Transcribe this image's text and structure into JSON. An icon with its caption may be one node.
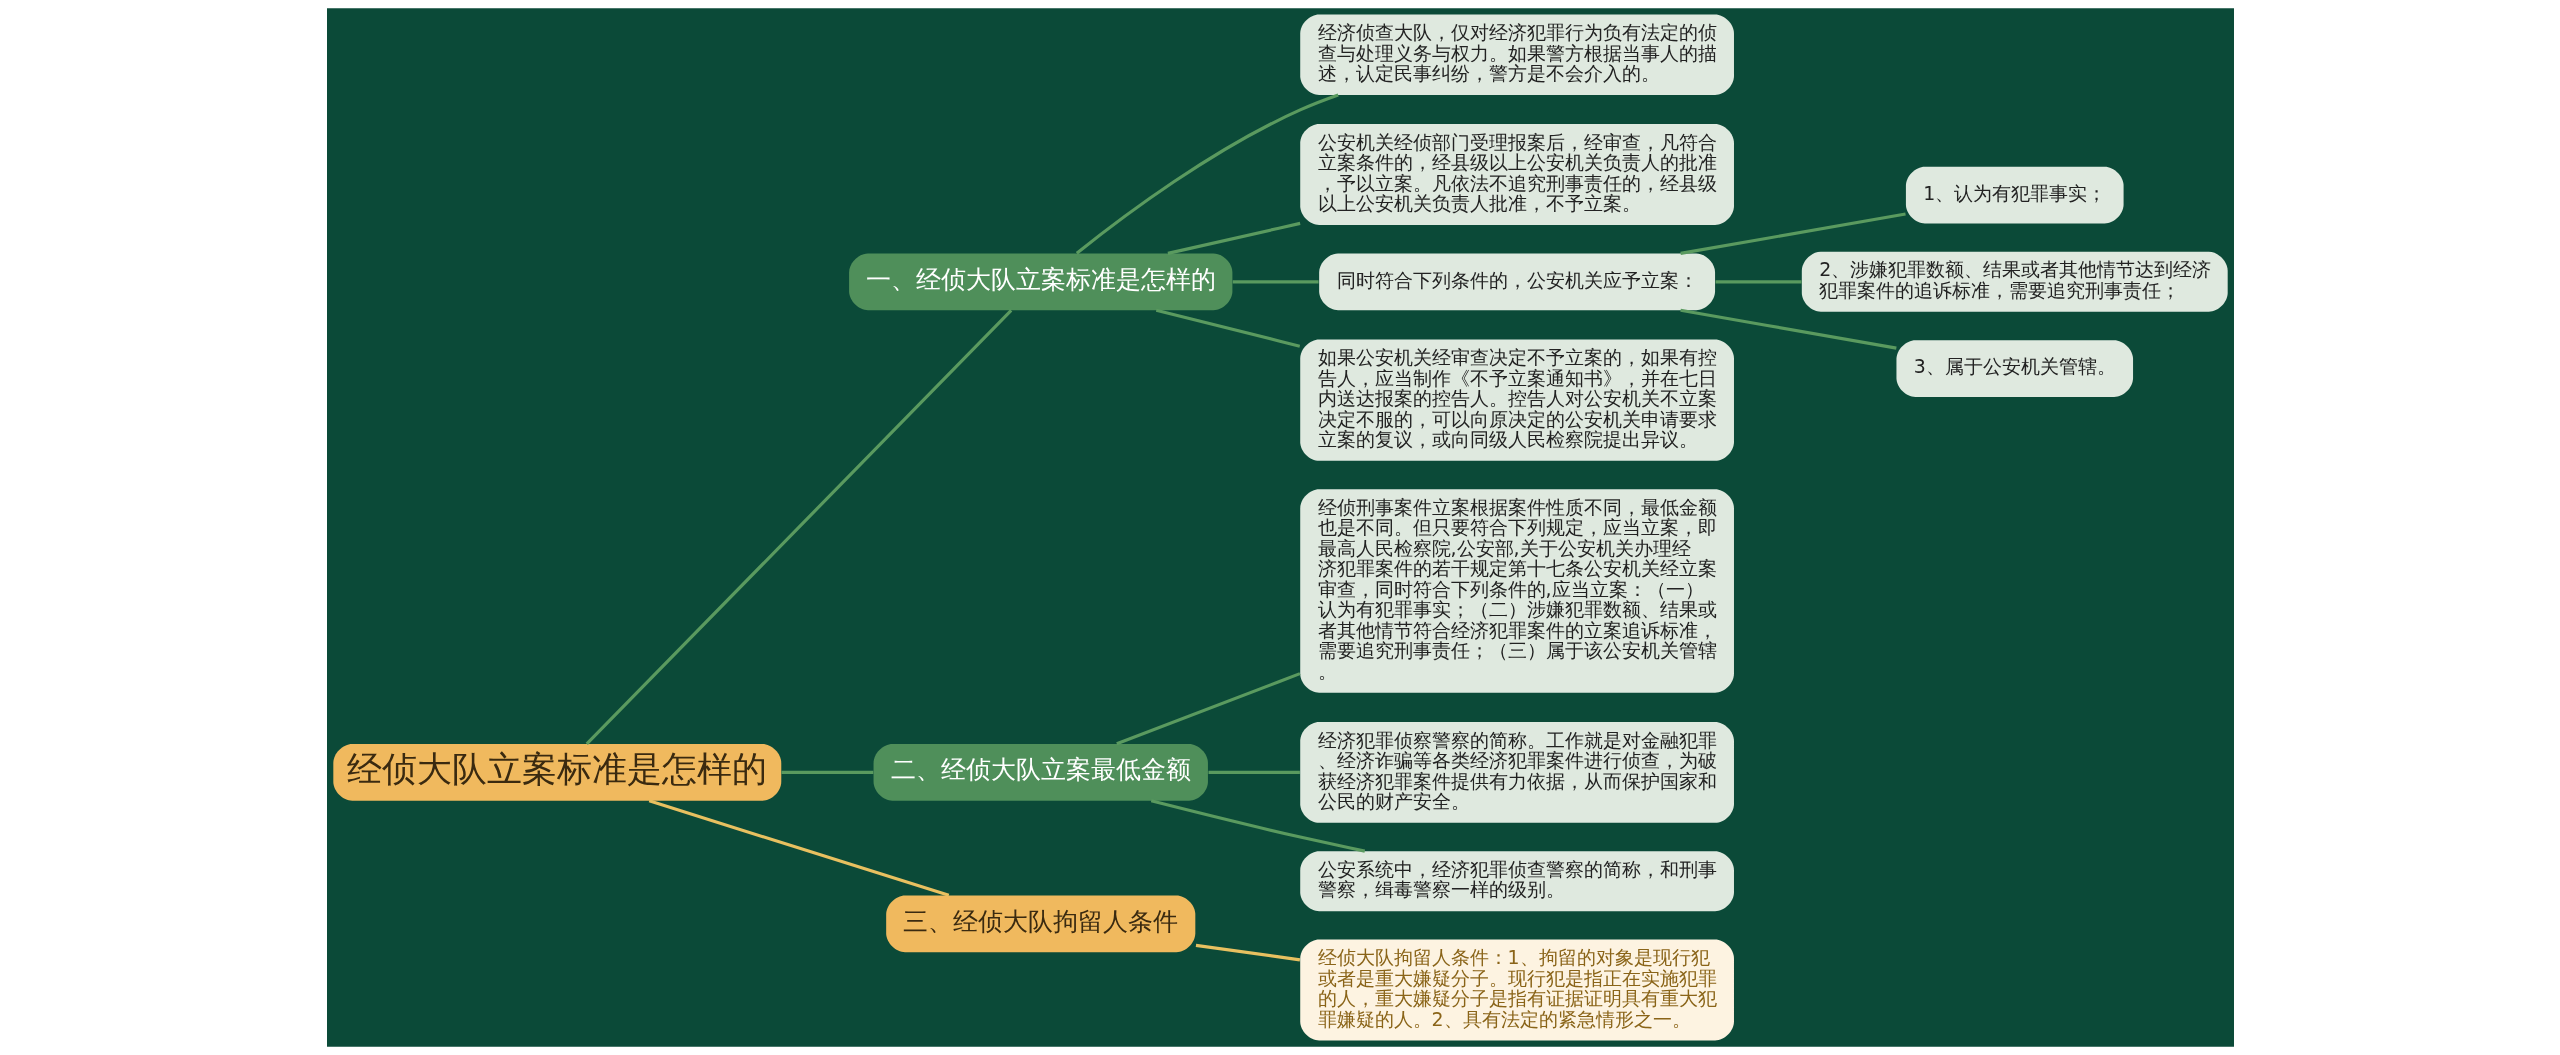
{
  "diagram": {
    "nodes": [
      {
        "text": [
          "经侦大队立案标准是怎样的"
        ]
      },
      {
        "text": [
          "一、经侦大队立案标准是怎样的"
        ]
      },
      {
        "text": [
          "经济侦查大队，仅对经济犯罪行为负有法定的侦查与处理义务与权力。如果警方根据当事人的描述，认定民事纠纷，警方是不会介入的。"
        ]
      },
      {
        "text": [
          "公安机关经侦部门受理报案后，经审查，凡符合立案条件的，经县级以上公安机关负责人的批准，予以立案。凡依法不追究刑事责任的，经县级以上公安机关负责人批准，不予立案。"
        ]
      },
      {
        "text": [
          "同时符合下列条件的，公安机关应予立案："
        ]
      },
      {
        "text": [
          "1、认为有犯罪事实；"
        ]
      },
      {
        "text": [
          "2、涉嫌犯罪数额、结果或者其他情节达到经济犯罪案件的追诉标准，需要追究刑事责任；"
        ]
      },
      {
        "text": [
          "3、属于公安机关管辖。"
        ]
      },
      {
        "text": [
          "如果公安机关经审查决定不予立案的，如果有控告人，应当制作《不予立案通知书》，并在七日内送达报案的控告人。控告人对公安机关不立案决定不服的，可以向原决定的公安机关申请要求立案的复议，或向同级人民检察院提出异议。"
        ]
      },
      {
        "text": [
          "二、经侦大队立案最低金额"
        ]
      },
      {
        "text": [
          "经侦刑事案件立案根据案件性质不同，最低金额也是不同。但只要符合下列规定，应当立案，即最高人民检察院,公安部,关于公安机关办理经济犯罪案件的若干规定第十七条公安机关经立案审查，同时符合下列条件的,应当立案：（一）认为有犯罪事实；（二）涉嫌犯罪数额、结果或者其他情节符合经济犯罪案件的立案追诉标准，需要追究刑事责任；（三）属于该公安机关管辖。"
        ]
      },
      {
        "text": [
          "经济犯罪侦察警察的简称。工作就是对金融犯罪、经济诈骗等各类经济犯罪案件进行侦查，为破获经济犯罪案件提供有力依据，从而保护国家和公民的财产安全。"
        ]
      },
      {
        "text": [
          "公安系统中，经济犯罪侦查警察的简称，和刑事警察，缉毒警察一样的级别。"
        ]
      },
      {
        "text": [
          "三、经侦大队拘留人条件"
        ]
      },
      {
        "text": [
          "经侦大队拘留人条件：1、拘留的对象是现行犯或者是重大嫌疑分子。现行犯是指正在实施犯罪的人，重大嫌疑分子是指有证据证明具有重大犯罪嫌疑的人。2、具有法定的紧急情形之一。"
        ]
      }
    ],
    "edges": [
      {
        "from": 0,
        "to": 1,
        "arrow": "none"
      },
      {
        "from": 1,
        "to": 2,
        "arrow": "none"
      },
      {
        "from": 1,
        "to": 3,
        "arrow": "none"
      },
      {
        "from": 1,
        "to": 4,
        "arrow": "none"
      },
      {
        "from": 4,
        "to": 5,
        "arrow": "none"
      },
      {
        "from": 4,
        "to": 6,
        "arrow": "none"
      },
      {
        "from": 4,
        "to": 7,
        "arrow": "none"
      },
      {
        "from": 1,
        "to": 8,
        "arrow": "none"
      },
      {
        "from": 0,
        "to": 9,
        "arrow": "none"
      },
      {
        "from": 9,
        "to": 10,
        "arrow": "none"
      },
      {
        "from": 9,
        "to": 11,
        "arrow": "none"
      },
      {
        "from": 9,
        "to": 12,
        "arrow": "none"
      },
      {
        "from": 0,
        "to": 13,
        "arrow": "none",
        "color": "#e8c060"
      },
      {
        "from": 13,
        "to": 14,
        "arrow": "none",
        "color": "#e8c060"
      }
    ]
  }
}
